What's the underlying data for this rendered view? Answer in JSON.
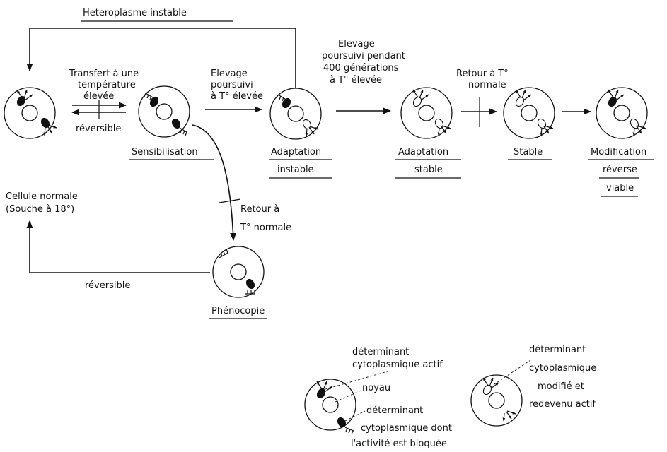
{
  "diagram": {
    "heteroplasme": "Heteroplasme instable",
    "transfert": [
      "Transfert à une",
      "température",
      "élevée"
    ],
    "reversible_top": "réversible",
    "sensibilisation": "Sensibilisation",
    "elevage_1": [
      "Elevage",
      "poursuivi",
      "à T° élevée"
    ],
    "adaptation_instable": [
      "Adaptation",
      "instable"
    ],
    "elevage_2": [
      "Elevage",
      "poursuivi pendant",
      "400 générations",
      "à T° élevée"
    ],
    "adaptation_stable": [
      "Adaptation",
      "stable"
    ],
    "retour_1": [
      "Retour à T°",
      "normale"
    ],
    "stable": "Stable",
    "modification": [
      "Modification",
      "réverse",
      "viable"
    ],
    "cellule_normale": [
      "Cellule normale",
      "(Souche à 18°)"
    ],
    "retour_2": [
      "Retour à",
      "T° normale"
    ],
    "reversible_bottom": "réversible",
    "phenocopie": "Phénocopie",
    "legend_1": {
      "actif": [
        "déterminant",
        "cytoplasmique actif"
      ],
      "noyau": "noyau",
      "bloque": [
        "déterminant",
        "cytoplasmique dont",
        "l'activité est bloquée"
      ]
    },
    "legend_2": {
      "modifie": [
        "déterminant",
        "cytoplasmique",
        "modifié et",
        "redevenu actif"
      ]
    }
  }
}
